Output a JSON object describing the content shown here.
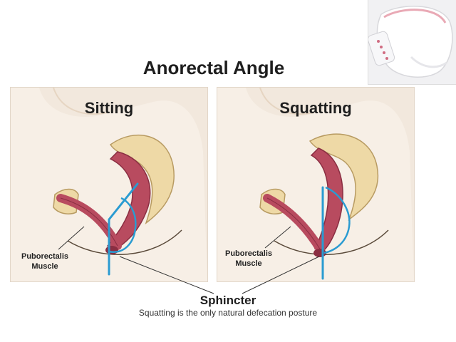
{
  "title": "Anorectal Angle",
  "panels": [
    {
      "title": "Sitting",
      "muscle_label": "Puborectalis\nMuscle"
    },
    {
      "title": "Squatting",
      "muscle_label": "Puborectalis\nMuscle"
    }
  ],
  "sphincter_label": "Sphincter",
  "caption": "Squatting is the only natural defecation posture",
  "colors": {
    "skin": "#f2e8dd",
    "bone": "#eed9a6",
    "muscle": "#b84b5f",
    "canal_line": "#2a9bd1"
  }
}
